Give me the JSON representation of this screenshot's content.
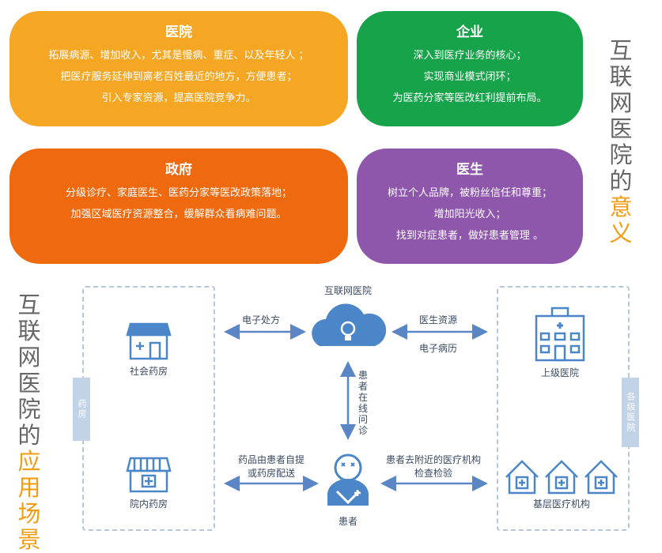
{
  "cards": {
    "hospital": {
      "title": "医院",
      "lines": [
        "拓展病源、增加收入，尤其是慢病、重症、以及年轻人 ；",
        "把医疗服务延伸到离老百姓最近的地方，方便患者；",
        "引入专家资源，提高医院竞争力。"
      ]
    },
    "enterprise": {
      "title": "企业",
      "lines": [
        "深入到医疗业务的核心；",
        "实现商业模式闭环；",
        "为医药分家等医改红利提前布局。"
      ]
    },
    "government": {
      "title": "政府",
      "lines": [
        "分级诊疗、家庭医生、医药分家等医改政策落地；",
        "加强区域医疗资源整合，缓解群众看病难问题。"
      ]
    },
    "doctor": {
      "title": "医生",
      "lines": [
        "树立个人品牌，被粉丝信任和尊重；",
        "增加阳光收入；",
        "找到对症患者，做好患者管理 。"
      ]
    }
  },
  "side_titles": {
    "meaning_gray": "互联网医院的",
    "meaning_orange": "意义",
    "scenario_gray": "互联网医院的",
    "scenario_orange": "应用场景"
  },
  "diagram": {
    "pharmacy_box_label": "药房",
    "hospitals_box_label": "各级医院",
    "social_pharmacy": "社会药房",
    "inhouse_pharmacy": "院内药房",
    "internet_hospital": "互联网医院",
    "upper_hospital": "上级医院",
    "grassroots": "基层医疗机构",
    "patient": "患者",
    "e_prescription": "电子处方",
    "doctor_resources": "医生资源",
    "e_records": "电子病历",
    "online_consult": "患者在线问诊",
    "drug_delivery": [
      "药品由患者自提",
      "或药房配送"
    ],
    "nearby_checkup": [
      "患者去附近的医疗机构",
      "检查检验"
    ]
  },
  "colors": {
    "hospital": "#f5a623",
    "enterprise": "#17a34a",
    "government": "#ef6a0f",
    "doctor": "#8e57ac",
    "accent_orange": "#f39c12",
    "icon_blue": "#4a86c8",
    "arrow": "#5b86c6"
  }
}
